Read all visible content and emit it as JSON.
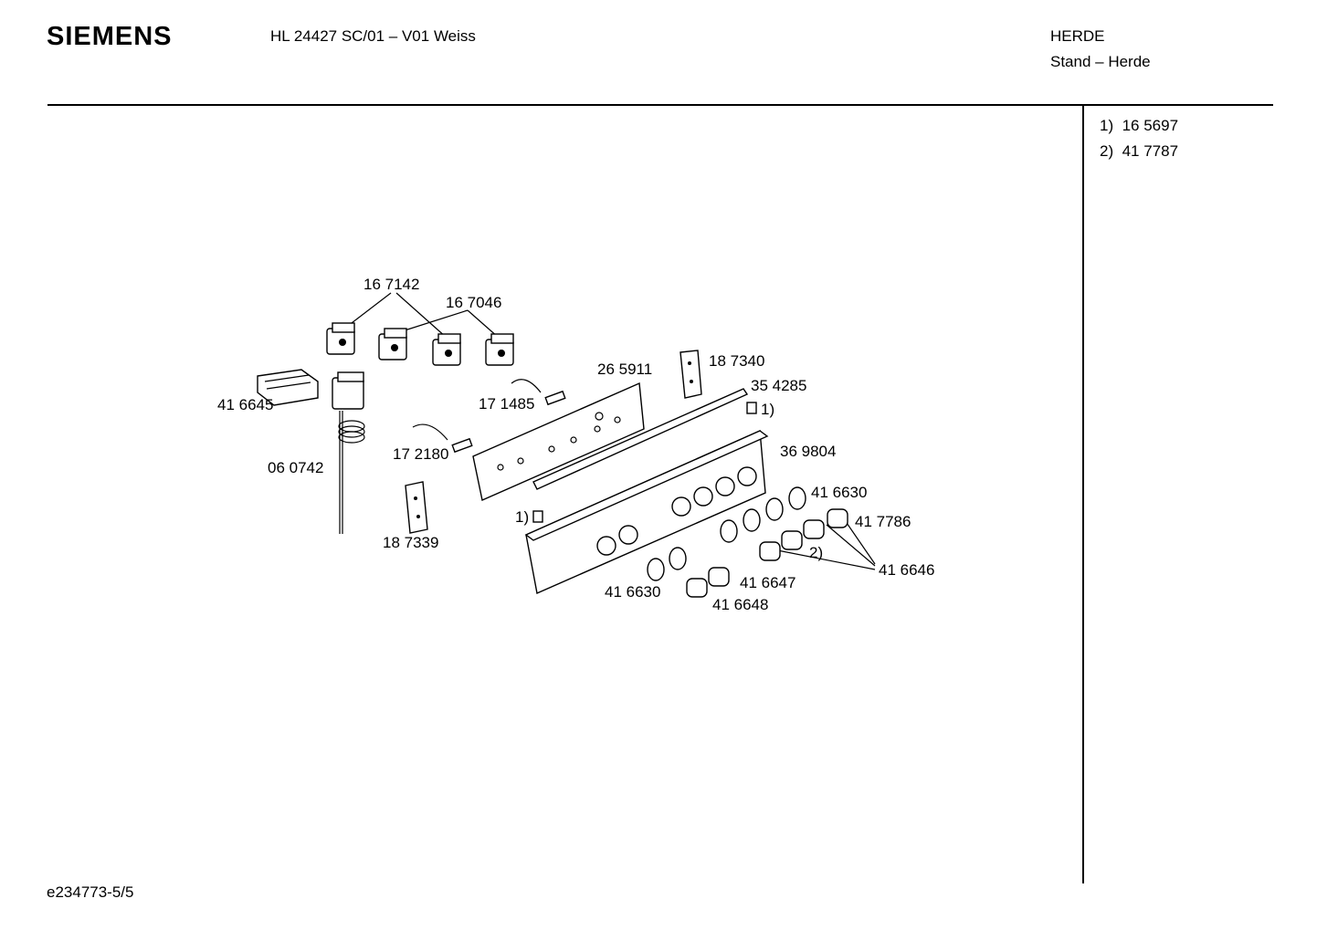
{
  "header": {
    "brand": "SIEMENS",
    "model": "HL 24427 SC/01 – V01 Weiss",
    "category": "HERDE",
    "subcategory": "Stand – Herde"
  },
  "footnotes": [
    {
      "marker": "1)",
      "part": "16 5697"
    },
    {
      "marker": "2)",
      "part": "41 7787"
    }
  ],
  "parts": {
    "p167142": "16 7142",
    "p167046": "16 7046",
    "p265911": "26 5911",
    "p187340": "18 7340",
    "p354285": "35 4285",
    "p416645": "41 6645",
    "p171485": "17 1485",
    "p172180": "17 2180",
    "p060742": "06 0742",
    "p369804": "36 9804",
    "p416630a": "41 6630",
    "p417786": "41 7786",
    "p187339": "18 7339",
    "p416646": "41 6646",
    "p416647": "41 6647",
    "p416630b": "41 6630",
    "p416648": "41 6648"
  },
  "markers": {
    "m1a": "1)",
    "m1b": "1)",
    "m2": "2)"
  },
  "footer": {
    "doc_id": "e234773-5/5"
  }
}
